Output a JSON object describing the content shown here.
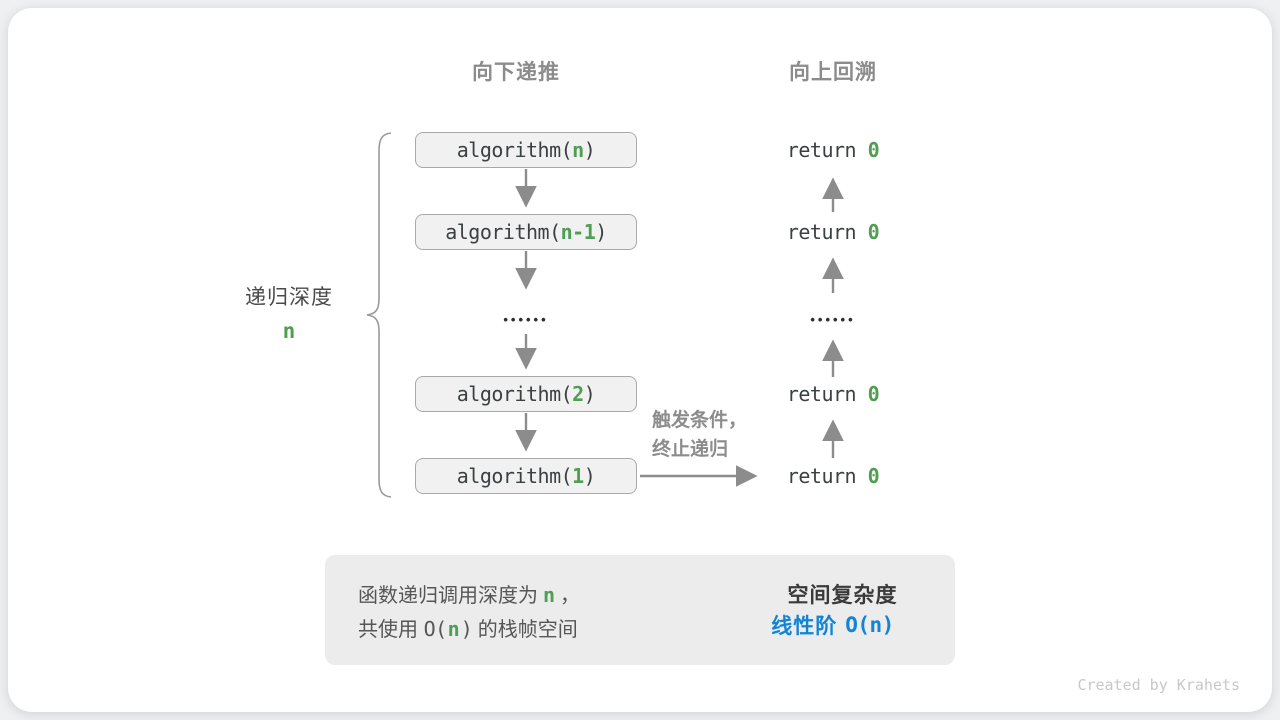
{
  "colors": {
    "green": "#4f9e52",
    "blue": "#1184d6",
    "gray_label": "#8c8c8c",
    "box_fill": "#f1f1f1",
    "box_border": "#a9a9a9",
    "summary_fill": "#ececec"
  },
  "headers": {
    "recurse": "向下递推",
    "backtrack": "向上回溯"
  },
  "depth_label": {
    "text": "递归深度",
    "var": "n"
  },
  "call_stack": {
    "frames": [
      {
        "prefix": "algorithm(",
        "arg": "n",
        "suffix": ")"
      },
      {
        "prefix": "algorithm(",
        "arg": "n-1",
        "suffix": ")"
      },
      {
        "prefix": "algorithm(",
        "arg": "2",
        "suffix": ")"
      },
      {
        "prefix": "algorithm(",
        "arg": "1",
        "suffix": ")"
      }
    ],
    "ellipsis": "••••••"
  },
  "returns": {
    "items": [
      {
        "keyword": "return ",
        "value": "0"
      },
      {
        "keyword": "return ",
        "value": "0"
      },
      {
        "keyword": "return ",
        "value": "0"
      },
      {
        "keyword": "return ",
        "value": "0"
      }
    ],
    "ellipsis": "••••••"
  },
  "base_case_note": {
    "line1": "触发条件，",
    "line2": "终止递归"
  },
  "summary": {
    "left_line1": {
      "pre": "函数递归调用深度为",
      "var": "n",
      "post": "，"
    },
    "left_line2": {
      "pre": "共使用 ",
      "code_open": "O(",
      "var": "n",
      "code_close": ")",
      "post": " 的栈帧空间"
    },
    "right_title": "空间复杂度",
    "right_result_cn": "线性阶",
    "right_result_code": "O(n)"
  },
  "watermark": "Created by Krahets"
}
